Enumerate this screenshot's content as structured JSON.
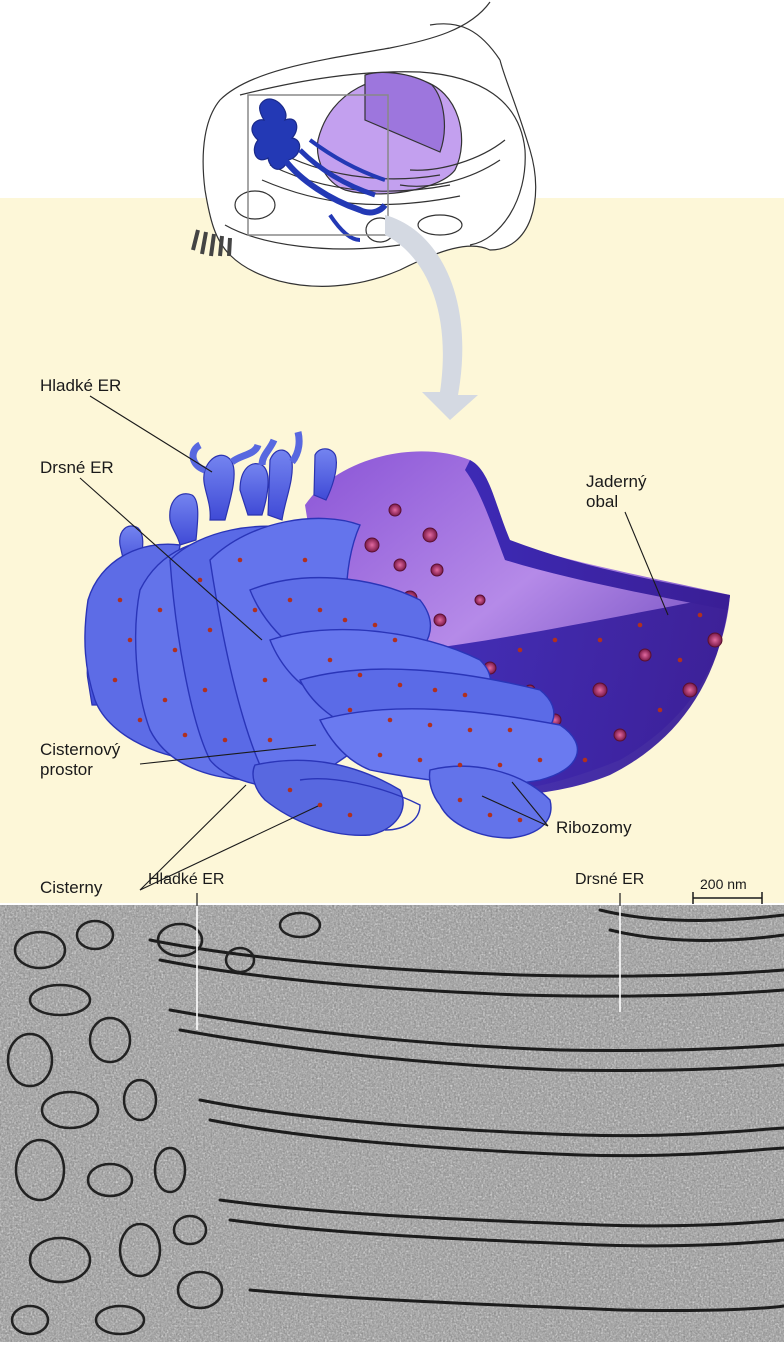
{
  "labels": {
    "smooth_er_top": "Hladké ER",
    "rough_er_top": "Drsné ER",
    "nuclear_envelope_line1": "Jaderný",
    "nuclear_envelope_line2": "obal",
    "cisternal_space_line1": "Cisternový",
    "cisternal_space_line2": "prostor",
    "cisternae": "Cisterny",
    "ribosomes": "Ribozomy",
    "smooth_er_micrograph": "Hladké ER",
    "rough_er_micrograph": "Drsné ER",
    "scale_bar": "200 nm"
  },
  "colors": {
    "page_background": "#fdf7d8",
    "er_blue": "#5a68e8",
    "er_blue_dark": "#2b33b0",
    "nucleus_purple": "#6a3fc0",
    "nucleus_light": "#c39be8",
    "ribosome_red": "#b0301f",
    "cell_outline_er": "#1f2ea8"
  },
  "icons": [
    "cell-overview-icon",
    "magnify-arrow-icon",
    "er-3d-model",
    "electron-micrograph"
  ]
}
